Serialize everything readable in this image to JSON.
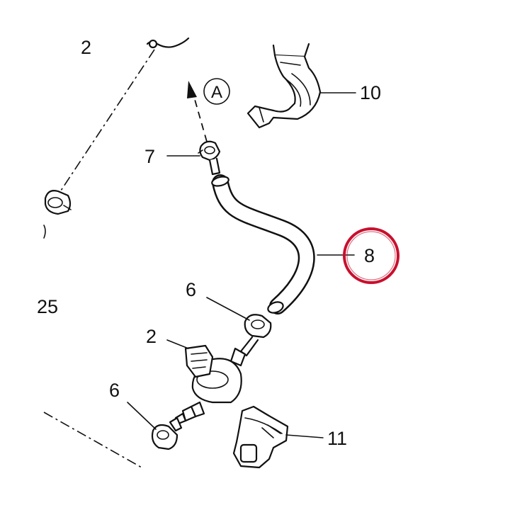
{
  "callouts": {
    "top_left": "2",
    "clamp_top": "7",
    "bracket_top": "10",
    "hose": "8",
    "clamp_mid": "6",
    "valve": "2",
    "clamp_low": "6",
    "bracket_low": "11",
    "edge_left": "25",
    "arrow_ref": "A"
  },
  "colors": {
    "highlight_ring": "#c8102e",
    "line": "#111111"
  }
}
